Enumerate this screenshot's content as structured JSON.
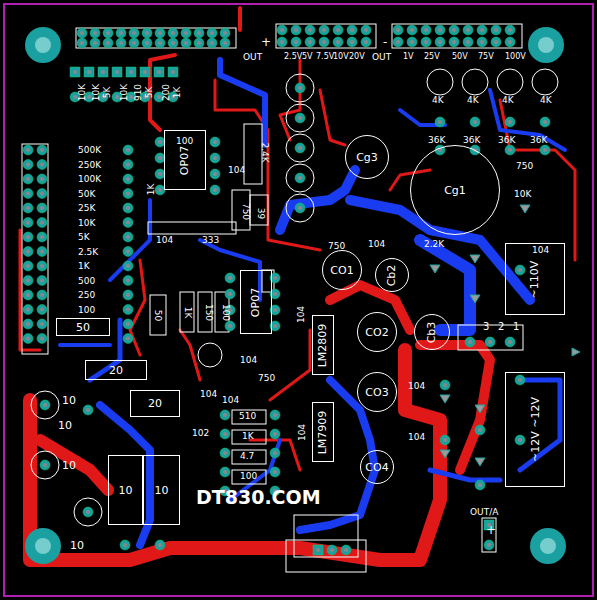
{
  "diagram": {
    "nodes": [
      {
        "text": [
          "Cg3"
        ]
      },
      {
        "text": [
          "Cg1"
        ]
      },
      {
        "text": [
          "CO1"
        ]
      },
      {
        "text": [
          "Cb2"
        ]
      },
      {
        "text": [
          "CO2"
        ]
      },
      {
        "text": [
          "Cb3"
        ]
      },
      {
        "text": [
          "CO3"
        ]
      },
      {
        "text": [
          "CO4"
        ]
      },
      {
        "text": [
          "OP07"
        ]
      },
      {
        "text": [
          "LM2809"
        ]
      },
      {
        "text": [
          "OP07"
        ]
      },
      {
        "text": [
          "LM7909"
        ]
      },
      {
        "text": [
          "~110V"
        ]
      },
      {
        "text": [
          "~12V ~12V"
        ]
      },
      {
        "text": [
          "50"
        ]
      },
      {
        "text": [
          "20"
        ]
      },
      {
        "text": [
          "20"
        ]
      },
      {
        "text": [
          "10"
        ]
      },
      {
        "text": [
          "10"
        ]
      }
    ],
    "labels": [
      "10K",
      "10K",
      "5K",
      "10K",
      "910",
      "5K",
      "200",
      "1K",
      "OUT",
      "+",
      "2.5V",
      "5V",
      "7.5V",
      "10V",
      "20V",
      "-",
      "OUT",
      "1V",
      "25V",
      "50V",
      "75V",
      "100V",
      "4K",
      "4K",
      "4K",
      "4K",
      "36K",
      "36K",
      "36K",
      "36K",
      "750",
      "10K",
      "104",
      "2.2K",
      "3",
      "2",
      "1",
      "104",
      "750",
      "OUT/A",
      "+",
      "500K",
      "250K",
      "100K",
      "50K",
      "25K",
      "10K",
      "5K",
      "2.5K",
      "1K",
      "500",
      "250",
      "100",
      "100",
      "1K",
      "104",
      "2.4K",
      "750",
      "39",
      "104",
      "333",
      "104",
      "50",
      "1K",
      "150",
      "100",
      "104",
      "104",
      "750",
      "104",
      "510",
      "1K",
      "4.7",
      "100",
      "102",
      "104",
      "104",
      "104",
      "10",
      "10",
      "10",
      "10",
      "DT830.COM"
    ]
  }
}
